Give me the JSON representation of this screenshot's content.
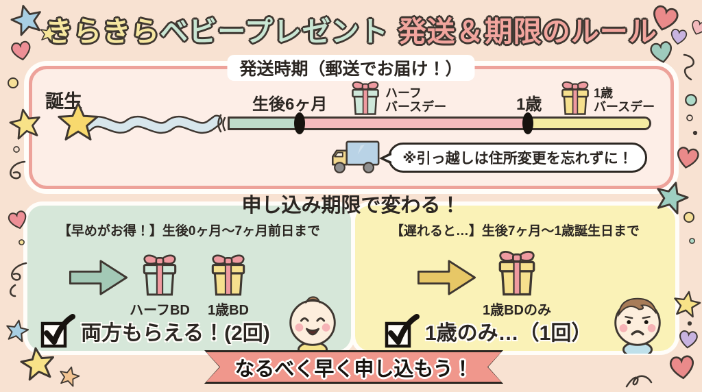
{
  "title": {
    "part1": "きらきら",
    "part2": "ベビープレゼント",
    "part3": "発送＆期限のルール"
  },
  "shipping": {
    "heading": "発送時期（郵送でお届け！）",
    "birth_label": "誕生",
    "six_month_label": "生後6ヶ月",
    "half_bd_line1": "ハーフ",
    "half_bd_line2": "バースデー",
    "one_year_label": "1歳",
    "one_year_bd_line1": "1歳",
    "one_year_bd_line2": "バースデー",
    "notice": "※引っ越しは住所変更を忘れずに！"
  },
  "deadline": {
    "heading": "申し込み期限で変わる！",
    "early": {
      "condition": "【早めがお得！】生後0ヶ月〜7ヶ月前日まで",
      "gift1_label": "ハーフBD",
      "gift2_label": "1歳BD",
      "result": "両方もらえる！(2回)"
    },
    "late": {
      "condition": "【遅れると…】生後7ヶ月〜1歳誕生日まで",
      "gift1_label": "1歳BDのみ",
      "result": "1歳のみ…（1回）"
    }
  },
  "banner": {
    "text": "なるべく早く申し込もう！"
  },
  "colors": {
    "background": "#f8e2d2",
    "panel_border_pink": "#eda29a",
    "panel_mint": "#d6e7d9",
    "panel_yellow": "#faf2b7",
    "banner_salmon": "#f0978c",
    "timeline_mint": "#bedbca",
    "timeline_pink": "#f6bcbe",
    "timeline_yellow": "#f4eca2",
    "title_yellow": "#f6e7a0",
    "title_mint": "#c9e6d3",
    "title_pink": "#f2a59e"
  }
}
